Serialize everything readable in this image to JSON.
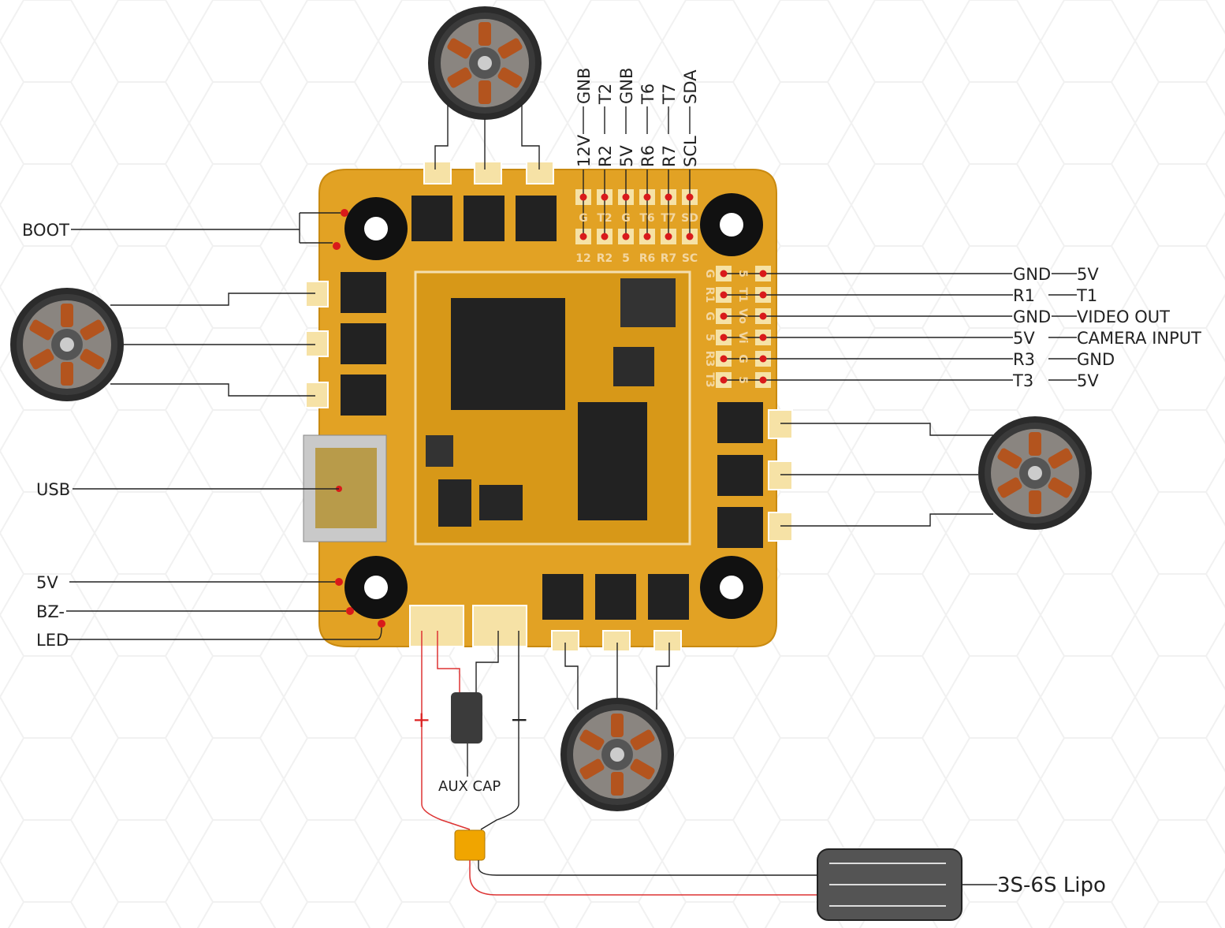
{
  "left_labels": {
    "boot": "BOOT",
    "usb": "USB",
    "v5": "5V",
    "bz": "BZ-",
    "led": "LED"
  },
  "top_header": {
    "bottom_row": [
      "12V",
      "R2",
      "5V",
      "R6",
      "R7",
      "SCL"
    ],
    "top_row": [
      "GNB",
      "T2",
      "GNB",
      "T6",
      "T7",
      "SDA"
    ],
    "silk_top": [
      "G",
      "T2",
      "G",
      "T6",
      "T7",
      "SD"
    ],
    "silk_bottom": [
      "12",
      "R2",
      "5",
      "R6",
      "R7",
      "SC"
    ]
  },
  "right_header": {
    "inner": [
      "GND",
      "R1",
      "GND",
      "5V",
      "R3",
      "T3"
    ],
    "outer": [
      "5V",
      "T1",
      "VIDEO OUT",
      "CAMERA INPUT",
      "GND",
      "5V"
    ],
    "silk_inner": [
      "G",
      "R1",
      "G",
      "5",
      "R3",
      "T3"
    ],
    "silk_outer": [
      "5",
      "T1",
      "Vo",
      "Vi",
      "G",
      "5"
    ]
  },
  "power": {
    "plus": "+",
    "minus": "−",
    "aux_cap": "AUX CAP",
    "battery": "3S-6S Lipo"
  },
  "colors": {
    "board": "#e2a224",
    "pad": "#f6e2a6",
    "dot": "#d91a1a",
    "battery": "#545454",
    "connector": "#f0a500"
  }
}
